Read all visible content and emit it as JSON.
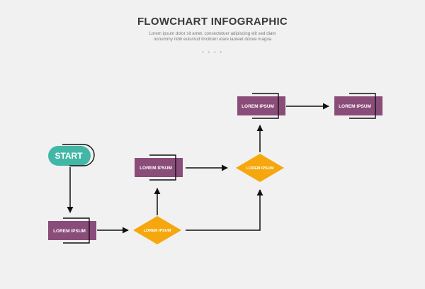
{
  "header": {
    "title": "FLOWCHART INFOGRAPHIC",
    "subtitle": "Lorem ipsum dolor sit amet, consectetuer adipiscing elit sed diam nonummy nibh euismod tincidunt utare laoreet dolore magna",
    "dots": "● ● ● ●"
  },
  "colors": {
    "background": "#f1f1f1",
    "start": "#43b7a6",
    "process": "#8a4c79",
    "decision": "#f5a70d",
    "line": "#111111",
    "title": "#3a3a3a"
  },
  "nodes": {
    "start": "START",
    "process_1": "LOREM IPSUM",
    "decision_1": "LOREM IPSUM",
    "process_2": "LOREM IPSUM",
    "decision_2": "LOREM IPSUM",
    "process_3": "LOREM IPSUM",
    "process_4": "LOREM IPSUM"
  }
}
